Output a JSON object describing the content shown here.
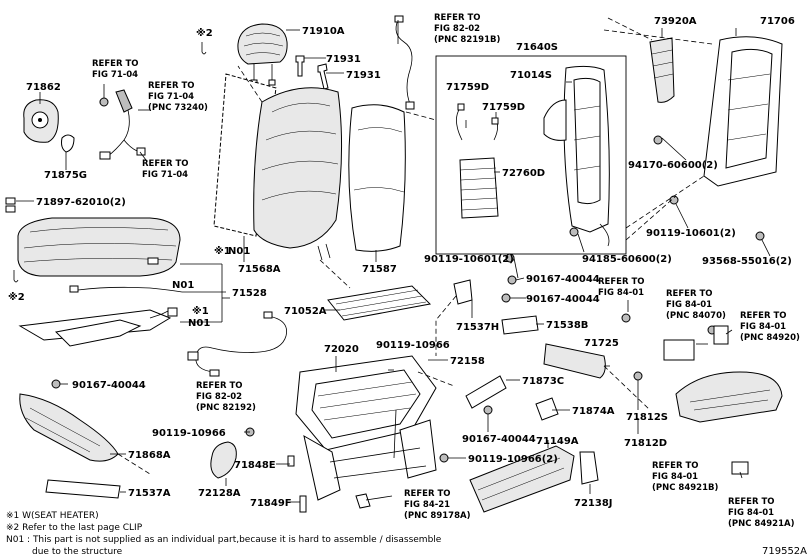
{
  "labels": {
    "p71910A": "71910A",
    "p71931a": "71931",
    "p71931b": "71931",
    "p71862": "71862",
    "p71875G": "71875G",
    "p71897": "71897-62010(2)",
    "p71568A": "71568A",
    "p71587": "71587",
    "p71528": "71528",
    "pN01a": "N01",
    "pN01b": "N01",
    "pN01c": "N01",
    "x1a": "※1",
    "x1b": "※1",
    "x2a": "※2",
    "x2b": "※2",
    "p71640S": "71640S",
    "p71014S": "71014S",
    "p71759Da": "71759D",
    "p71759Db": "71759D",
    "p72760D": "72760D",
    "p73920A": "73920A",
    "p71706": "71706",
    "p94170": "94170-60600(2)",
    "p90119_10601": "90119-10601(2)",
    "p94185": "94185-60600(2)",
    "p93568": "93568-55016(2)",
    "p90119_10601b": "90119-10601(2)",
    "p90167a": "90167-40044",
    "p90167b": "90167-40044",
    "p71052A": "71052A",
    "p71537H": "71537H",
    "p71538B": "71538B",
    "p90119_10966a": "90119-10966",
    "p72158": "72158",
    "p72020": "72020",
    "p71725": "71725",
    "p71873C": "71873C",
    "p71874A": "71874A",
    "p90167c": "90167-40044",
    "p90167d": "90167-40044",
    "p71868A": "71868A",
    "p71537A": "71537A",
    "p90119_10966b": "90119-10966",
    "p71848E": "71848E",
    "p72128A": "72128A",
    "p71849F": "71849F",
    "p90119_10966c": "90119-10966(2)",
    "p71149A": "71149A",
    "p72138J": "72138J",
    "p71812S": "71812S",
    "p71812D": "71812D"
  },
  "references": [
    {
      "line1": "REFER TO",
      "line2": "FIG 71-04",
      "line3": ""
    },
    {
      "line1": "REFER TO",
      "line2": "FIG 71-04",
      "line3": "(PNC 73240)"
    },
    {
      "line1": "REFER TO",
      "line2": "FIG 71-04",
      "line3": ""
    },
    {
      "line1": "REFER TO",
      "line2": "FIG 82-02",
      "line3": "(PNC 82191B)"
    },
    {
      "line1": "REFER TO",
      "line2": "FIG 82-02",
      "line3": "(PNC 82192)"
    },
    {
      "line1": "REFER TO",
      "line2": "FIG 84-01",
      "line3": ""
    },
    {
      "line1": "REFER TO",
      "line2": "FIG 84-01",
      "line3": "(PNC 84070)"
    },
    {
      "line1": "REFER TO",
      "line2": "FIG 84-01",
      "line3": "(PNC 84920)"
    },
    {
      "line1": "REFER TO",
      "line2": "FIG 84-01",
      "line3": "(PNC 84921B)"
    },
    {
      "line1": "REFER TO",
      "line2": "FIG 84-01",
      "line3": "(PNC 84921A)"
    },
    {
      "line1": "REFER TO",
      "line2": "FIG 84-21",
      "line3": "(PNC 89178A)"
    }
  ],
  "notes": {
    "n1": "※1  W(SEAT HEATER)",
    "n2": "※2  Refer to the last page CLIP",
    "n3": "N01 : This part is not supplied as an individual part,because it is hard to assemble / disassemble",
    "n4": "due to the structure"
  },
  "figure_id": "719552A"
}
